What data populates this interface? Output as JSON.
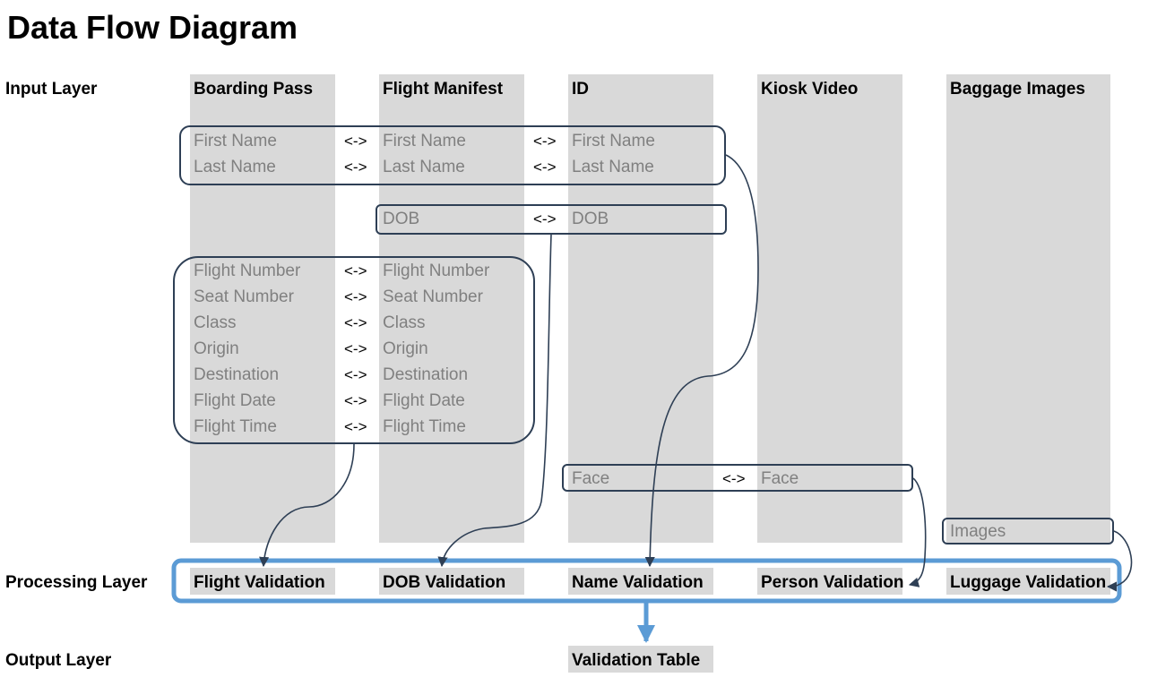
{
  "title": "Data Flow Diagram",
  "layers": {
    "input": "Input Layer",
    "processing": "Processing Layer",
    "output": "Output Layer"
  },
  "sources": [
    "Boarding Pass",
    "Flight Manifest",
    "ID",
    "Kiosk Video",
    "Baggage Images"
  ],
  "arrow_symbol": "<->",
  "name_group": {
    "boarding_pass": [
      "First Name",
      "Last Name"
    ],
    "flight_manifest": [
      "First Name",
      "Last Name"
    ],
    "id": [
      "First Name",
      "Last Name"
    ]
  },
  "dob_group": {
    "flight_manifest": "DOB",
    "id": "DOB"
  },
  "flight_group": {
    "boarding_pass": [
      "Flight Number",
      "Seat Number",
      "Class",
      "Origin",
      "Destination",
      "Flight Date",
      "Flight Time"
    ],
    "flight_manifest": [
      "Flight Number",
      "Seat Number",
      "Class",
      "Origin",
      "Destination",
      "Flight Date",
      "Flight Time"
    ]
  },
  "face_group": {
    "id": "Face",
    "kiosk_video": "Face"
  },
  "images_group": {
    "baggage_images": "Images"
  },
  "processing": [
    "Flight Validation",
    "DOB Validation",
    "Name Validation",
    "Person Validation",
    "Luggage Validation"
  ],
  "output": "Validation Table",
  "colors": {
    "column_fill": "#d9d9d9",
    "group_border": "#2e3f55",
    "field_text": "#808080",
    "processing_border": "#5b9bd5"
  }
}
